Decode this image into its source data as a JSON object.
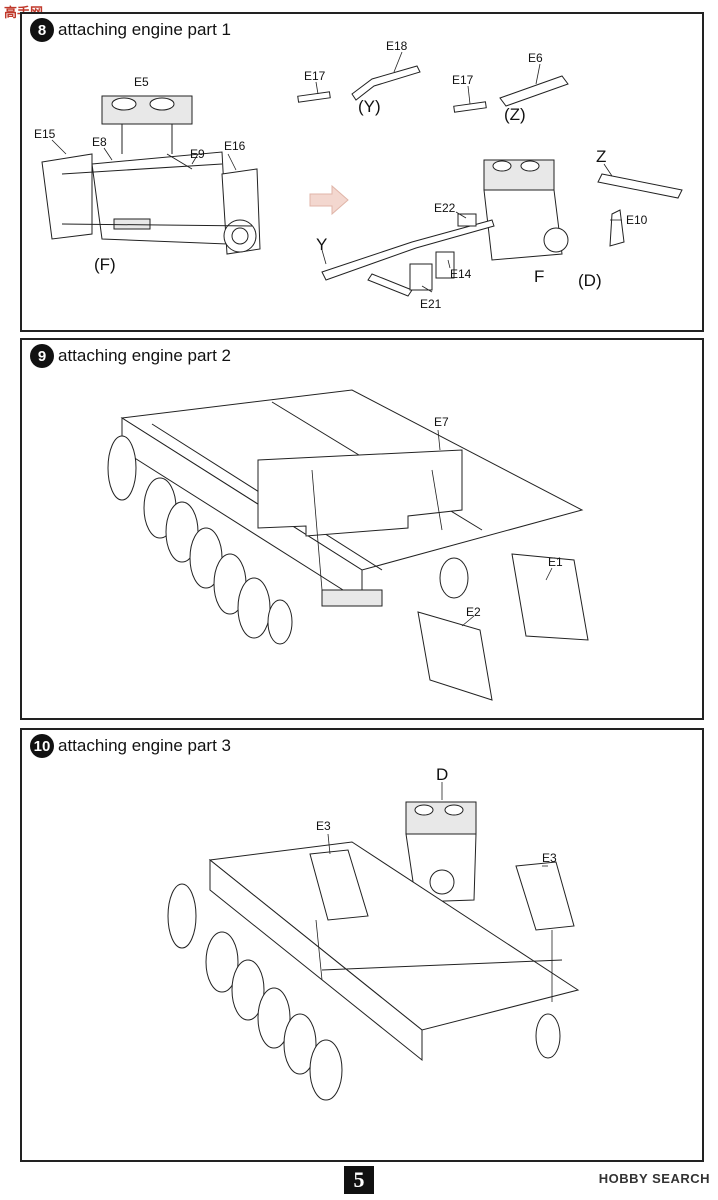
{
  "watermark_top": "高手网",
  "watermark_bottom": "HOBBY SEARCH",
  "page_number": "5",
  "steps": [
    {
      "number": "8",
      "title": "attaching engine part 1",
      "labels": {
        "e5": "E5",
        "e15": "E15",
        "e8": "E8",
        "e9": "E9",
        "e16": "E16",
        "f_paren": "(F)",
        "e17a": "E17",
        "e18": "E18",
        "y_paren": "(Y)",
        "e17b": "E17",
        "e6": "E6",
        "z_paren": "(Z)",
        "z": "Z",
        "e22": "E22",
        "e10": "E10",
        "y": "Y",
        "e14": "E14",
        "f": "F",
        "d_paren": "(D)",
        "e21": "E21"
      }
    },
    {
      "number": "9",
      "title": "attaching engine part 2",
      "labels": {
        "e7": "E7",
        "e1": "E1",
        "e2": "E2"
      }
    },
    {
      "number": "10",
      "title": "attaching engine part 3",
      "labels": {
        "d": "D",
        "e3a": "E3",
        "e3b": "E3"
      }
    }
  ]
}
